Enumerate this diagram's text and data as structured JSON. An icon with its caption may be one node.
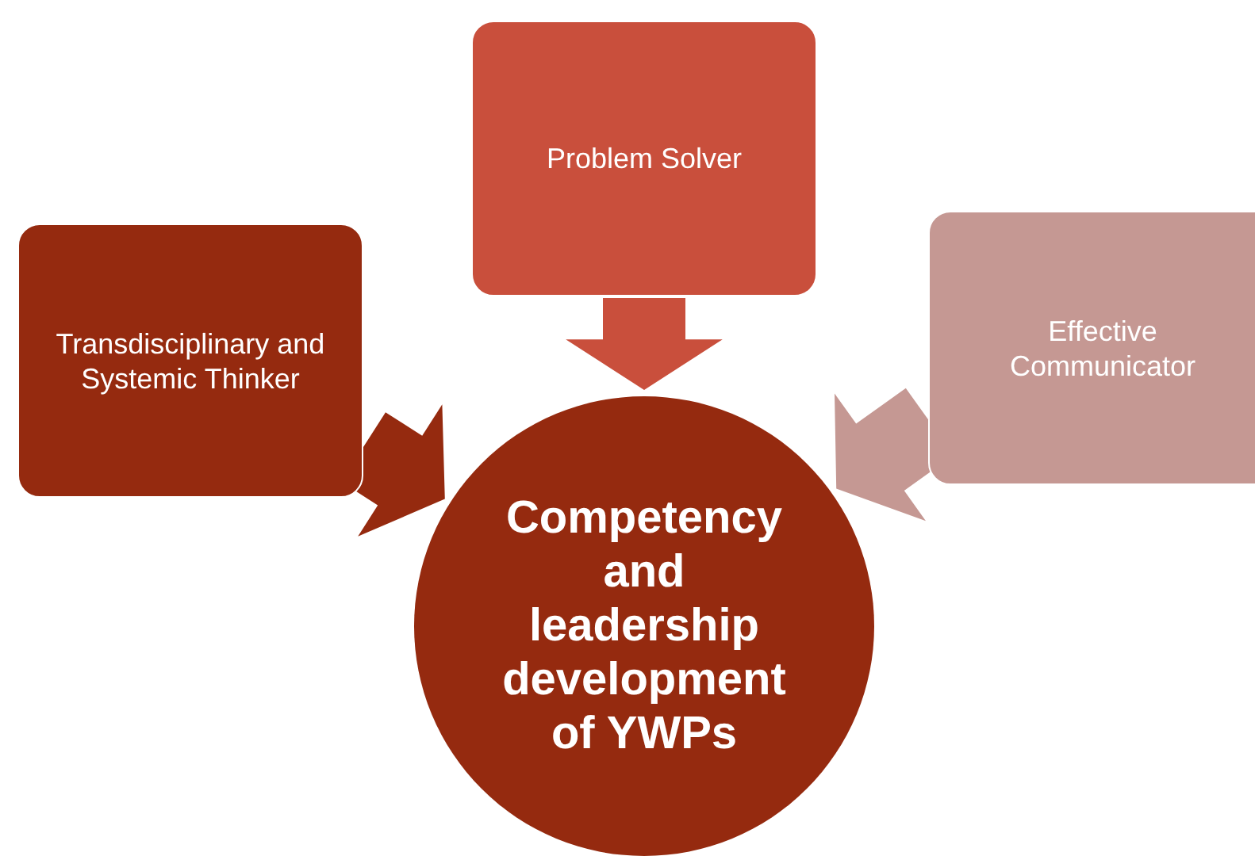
{
  "diagram": {
    "nodes": [
      {
        "text": [
          "Problem Solver"
        ]
      },
      {
        "text": [
          "Transdisciplinary and Systemic Thinker"
        ]
      },
      {
        "text": [
          "Effective Communicator"
        ]
      },
      {
        "text": [
          "Competency and leadership development of YWPs"
        ]
      }
    ],
    "edges": [
      {
        "from": 0,
        "to": 3,
        "arrow": "to",
        "style": "thick",
        "color": "#c94f3c"
      },
      {
        "from": 1,
        "to": 3,
        "arrow": "to",
        "style": "thick",
        "color": "#952a0f"
      },
      {
        "from": 2,
        "to": 3,
        "arrow": "to",
        "style": "thick",
        "color": "#c59893"
      }
    ]
  }
}
